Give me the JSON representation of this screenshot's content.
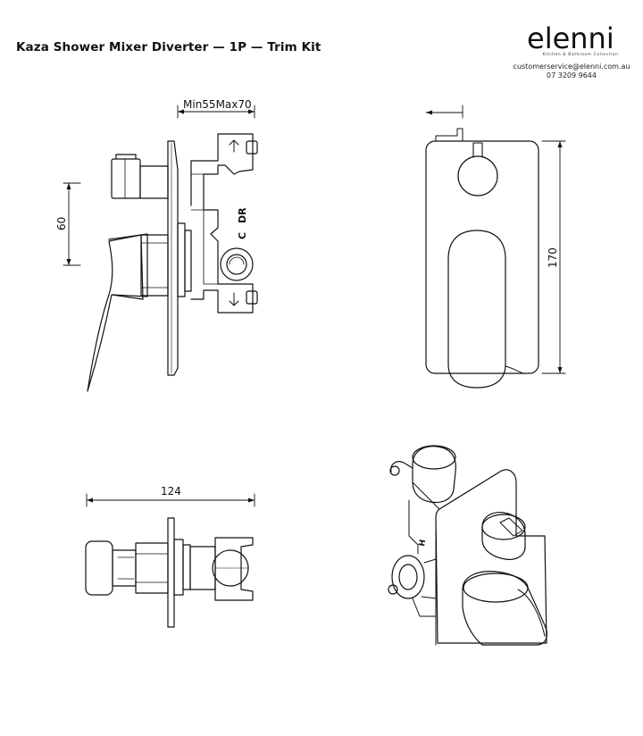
{
  "header": {
    "title": "Kaza Shower Mixer Diverter — 1P — Trim Kit",
    "brand": "elenni",
    "tagline": "Kitchen & Bathroom Collection",
    "email": "customerservice@elenni.com.au",
    "phone": "07 3209 9644"
  },
  "dimensions": {
    "side_depth": "Min55Max70",
    "side_height": "60",
    "front_height": "170",
    "top_length": "124"
  },
  "body_labels": {
    "c": "C",
    "dr": "DR",
    "h": "H"
  }
}
